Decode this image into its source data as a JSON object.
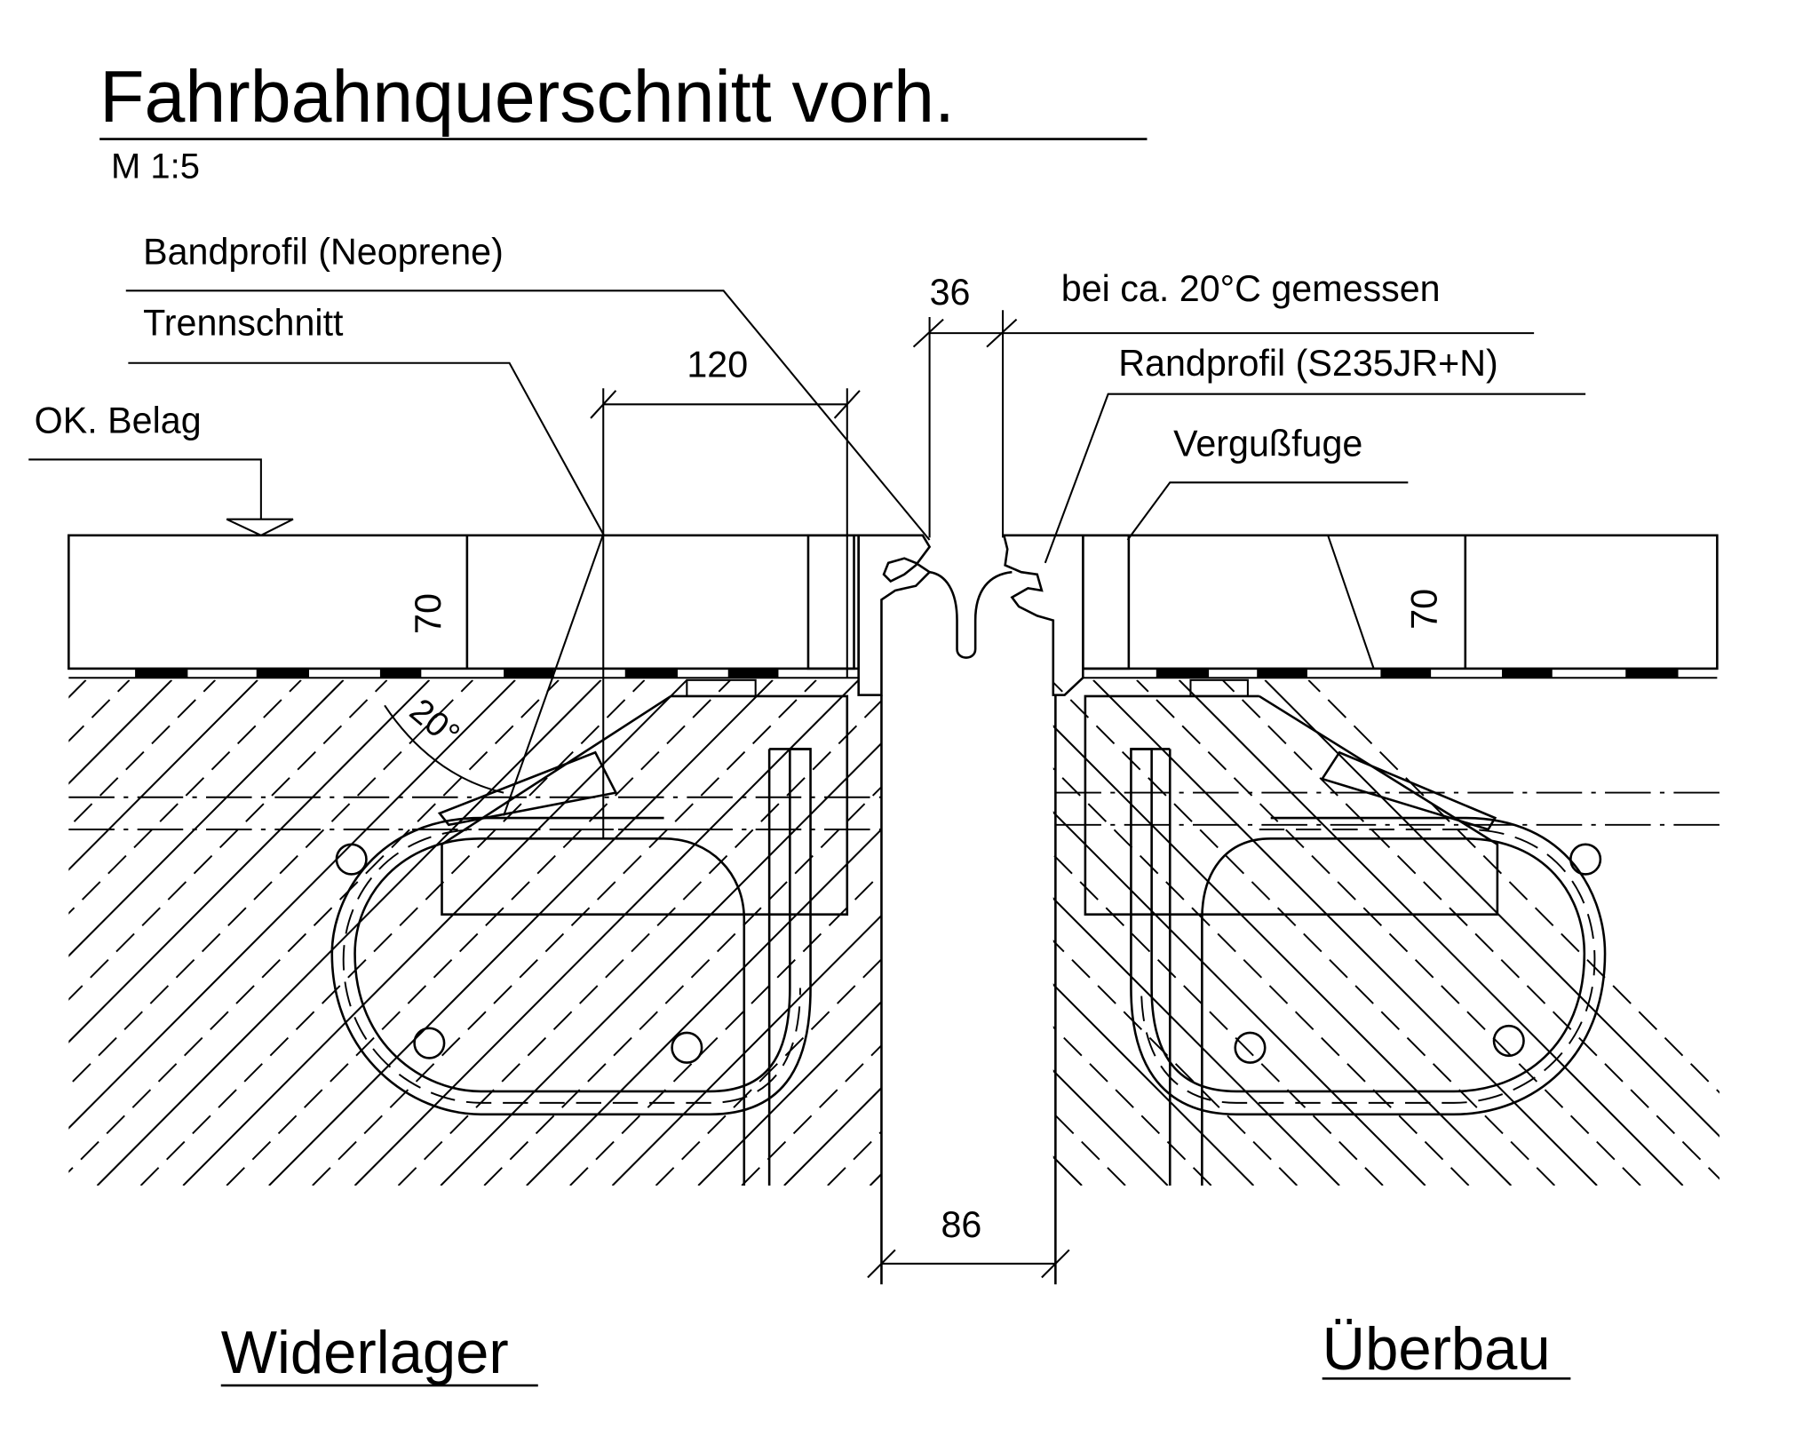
{
  "drawing": {
    "title": "Fahrbahnquerschnitt vorh.",
    "scale": "M 1:5",
    "labels": {
      "bandprofil": "Bandprofil (Neoprene)",
      "trennschnitt": "Trennschnitt",
      "ok_belag": "OK. Belag",
      "temperature_note": "bei ca. 20°C gemessen",
      "randprofil": "Randprofil (S235JR+N)",
      "vergussfuge": "Vergußfuge",
      "widerlager": "Widerlager",
      "ueberbau": "Überbau"
    },
    "dimensions": {
      "width_120": "120",
      "gap_36": "36",
      "gap_86": "86",
      "thickness_left": "70",
      "thickness_right": "70",
      "angle": "20°"
    }
  }
}
